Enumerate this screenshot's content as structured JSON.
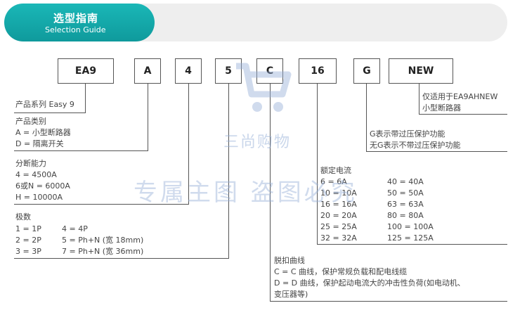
{
  "header": {
    "title_zh": "选型指南",
    "title_en": "Selection Guide"
  },
  "codes": [
    "EA9",
    "A",
    "4",
    "5",
    "C",
    "16",
    "G",
    "NEW"
  ],
  "series": {
    "title": "产品系列 Easy 9"
  },
  "category": {
    "title": "产品类别",
    "items": [
      "A = 小型断路器",
      "D = 隔离开关"
    ]
  },
  "capacity": {
    "title": "分断能力",
    "items": [
      "4 = 4500A",
      "6或N = 6000A",
      "H = 10000A"
    ]
  },
  "poles": {
    "title": "极数",
    "col1": [
      "1 = 1P",
      "2 = 2P",
      "3 = 3P"
    ],
    "col2": [
      "4 = 4P",
      "5 = Ph+N (宽 18mm)",
      "7 = Ph+N (宽 36mm)"
    ]
  },
  "curve": {
    "title": "脱扣曲线",
    "items": [
      "C = C 曲线，保护常规负载和配电线缆",
      "D = D 曲线，保护起动电流大的冲击性负荷(如电动机、",
      "变压器等)"
    ]
  },
  "current": {
    "title": "额定电流",
    "col1": [
      "6 = 6A",
      "10 = 10A",
      "16 = 16A",
      "20 = 20A",
      "25 = 25A",
      "32 = 32A"
    ],
    "col2": [
      "40 = 40A",
      "50 = 50A",
      "63 = 63A",
      "80 = 80A",
      "100 = 100A",
      "125 = 125A"
    ]
  },
  "g_option": {
    "items": [
      "G表示带过压保护功能",
      "无G表示不带过压保护功能"
    ]
  },
  "new_option": {
    "items": [
      "仅适用于EA9AHNEW",
      "小型断路器"
    ]
  },
  "watermark": {
    "brand": "三尚购物",
    "notice": "专属主图    盗图必究"
  }
}
